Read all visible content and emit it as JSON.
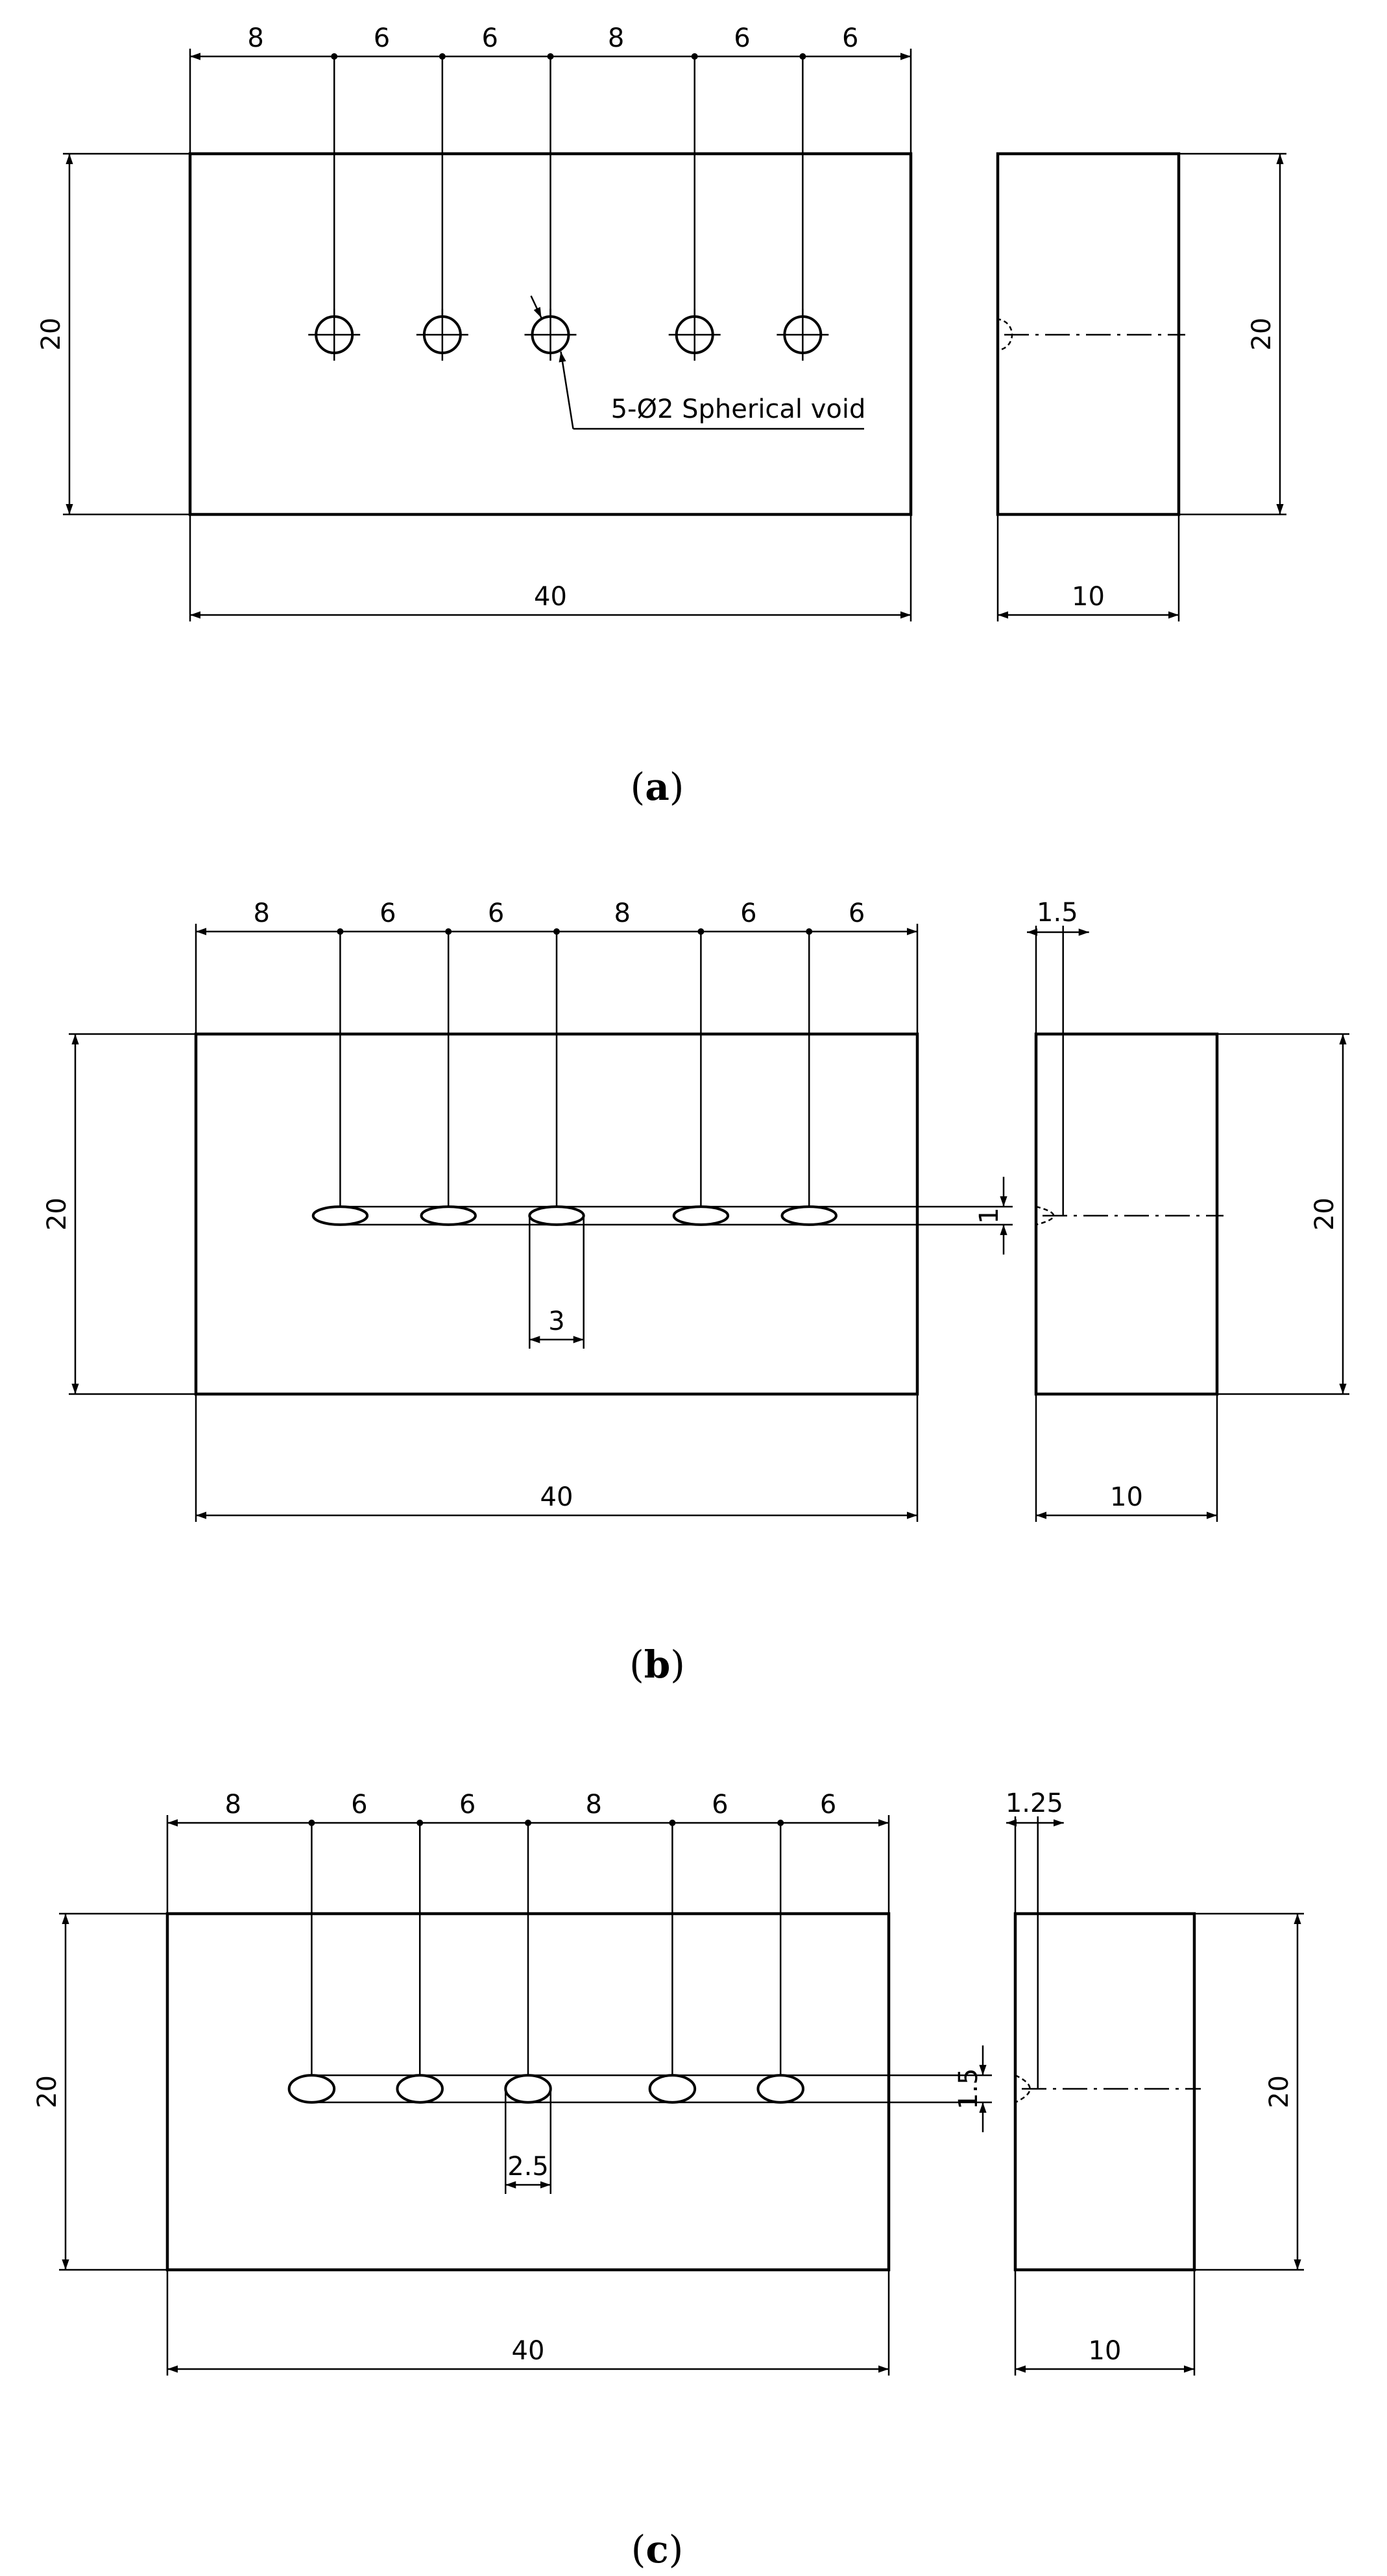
{
  "panels": [
    {
      "id": "a",
      "type": "circle",
      "caption": "a",
      "top_spacings": [
        "8",
        "6",
        "6",
        "8",
        "6",
        "6"
      ],
      "front_height": "20",
      "front_width": "40",
      "side_height": "20",
      "side_width": "10",
      "note": "5-Ø2 Spherical void"
    },
    {
      "id": "b",
      "type": "ellipse",
      "caption": "b",
      "top_spacings": [
        "8",
        "6",
        "6",
        "8",
        "6",
        "6"
      ],
      "front_height": "20",
      "front_width": "40",
      "side_height": "20",
      "side_width": "10",
      "void_width": "3",
      "void_height": "1",
      "void_depth": "1.5"
    },
    {
      "id": "c",
      "type": "ellipse",
      "caption": "c",
      "top_spacings": [
        "8",
        "6",
        "6",
        "8",
        "6",
        "6"
      ],
      "front_height": "20",
      "front_width": "40",
      "side_height": "20",
      "side_width": "10",
      "void_width": "2.5",
      "void_height": "1.5",
      "void_depth": "1.25"
    }
  ]
}
